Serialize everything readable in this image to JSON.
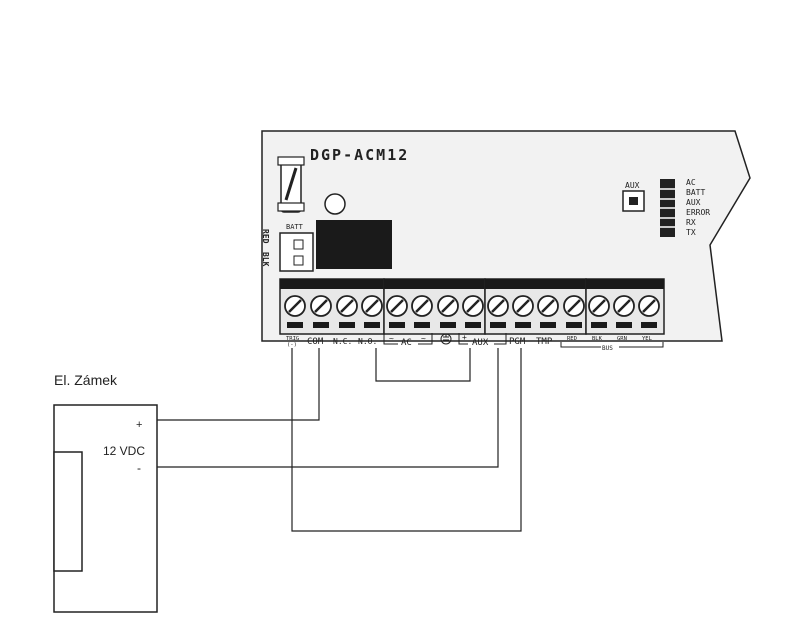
{
  "board": {
    "model": "DGP-ACM12",
    "aux_button_label": "AUX",
    "batt_label": "BATT",
    "red_label": "RED",
    "blk_label": "BLK",
    "leds": [
      "AC",
      "BATT",
      "AUX",
      "ERROR",
      "RX",
      "TX"
    ],
    "terminals": {
      "trig": "TRIG",
      "trig_neg": "(-)",
      "com": "COM",
      "nc": "N.C.",
      "no": "N.O.",
      "ac": "AC",
      "aux": "AUX",
      "aux_plus": "+",
      "pgm": "PGM",
      "tmp": "TMP",
      "bus_red": "RED",
      "bus_blk": "BLK",
      "bus_grn": "GRN",
      "bus_yel": "YEL",
      "bus": "BUS"
    }
  },
  "lock": {
    "title": "El. Zámek",
    "plus": "+",
    "voltage": "12 VDC",
    "minus": "-"
  }
}
